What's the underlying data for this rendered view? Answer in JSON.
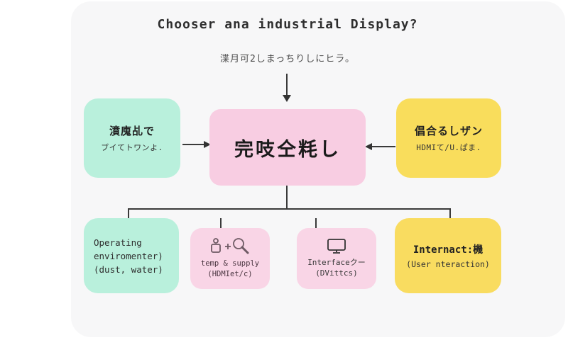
{
  "title": "Chooser ana industrial Display?",
  "subtitle": "渫月可2しまっちりしにヒラ。",
  "center_box": {
    "label": "完吱仝粍し"
  },
  "left_box": {
    "line1": "濆廆乩で",
    "line2": "ブイてトワンよ."
  },
  "right_box": {
    "line1": "倡合るしザン",
    "line2": "HDMIて/U.ぱま."
  },
  "bottom_boxes": [
    {
      "lines": [
        "Operating",
        "enviromenter)",
        "(dust, water)"
      ]
    },
    {
      "icons": [
        "person-icon",
        "plus-sign",
        "magnifier-icon"
      ],
      "lines": [
        "temp & supply",
        "(HDMIet/c)"
      ]
    },
    {
      "icons": [
        "monitor-icon"
      ],
      "lines": [
        "Interfaceクー",
        "(DVittcs)"
      ]
    },
    {
      "lines": [
        "Internact:機",
        "(User nteraction)"
      ]
    }
  ],
  "colors": {
    "panel_bg": "#f7f7f8",
    "mint": "#b9f0dc",
    "pink_center": "#f8cde2",
    "pink_light": "#f9d5e6",
    "yellow": "#f9dd5c",
    "line": "#3a3a3a",
    "text": "#2b2b2b"
  }
}
